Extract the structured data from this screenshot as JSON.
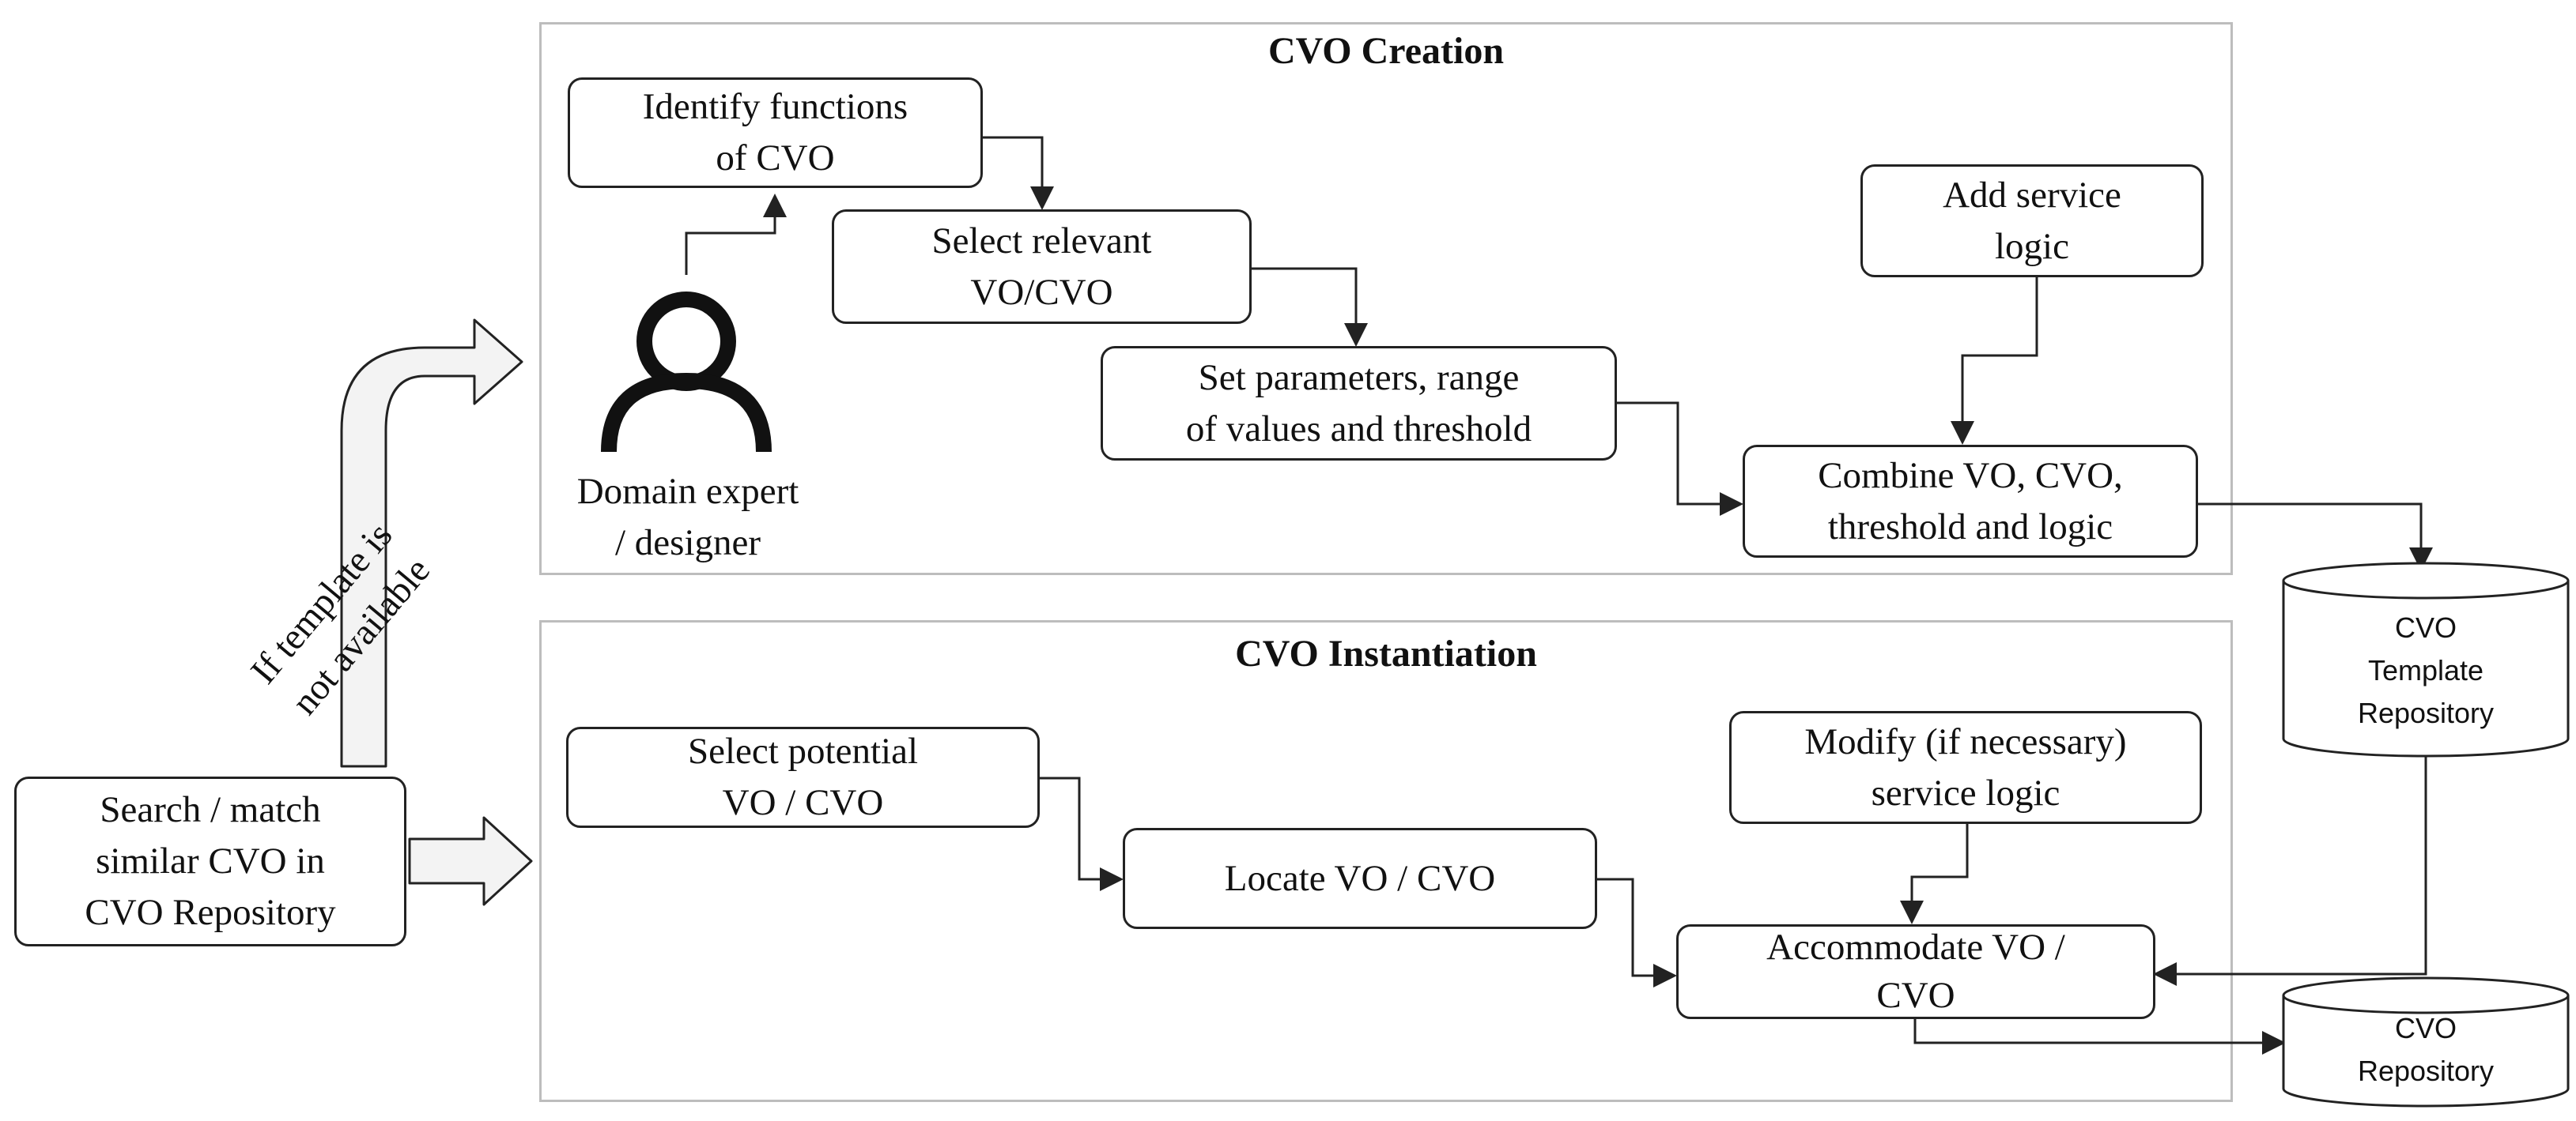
{
  "panels": {
    "creation_title": "CVO Creation",
    "instantiation_title": "CVO Instantiation"
  },
  "creation": {
    "identify_line1": "Identify functions",
    "identify_line2": "of CVO",
    "select_relevant_line1": "Select relevant",
    "select_relevant_line2": "VO/CVO",
    "set_params_line1": "Set parameters, range",
    "set_params_line2": "of values and threshold",
    "add_logic_line1": "Add service",
    "add_logic_line2": "logic",
    "combine_line1": "Combine VO, CVO,",
    "combine_line2": "threshold and logic"
  },
  "actor": {
    "icon": "person-icon",
    "label_line1": "Domain expert",
    "label_line2": "/ designer"
  },
  "instantiation": {
    "select_potential_line1": "Select potential",
    "select_potential_line2": "VO / CVO",
    "locate": "Locate VO / CVO",
    "modify_line1": "Modify (if necessary)",
    "modify_line2": "service logic",
    "accommodate_line1": "Accommodate VO /",
    "accommodate_line2": "CVO"
  },
  "search": {
    "line1": "Search / match",
    "line2": "similar CVO in",
    "line3": "CVO Repository"
  },
  "condition_label_line1": "If template is",
  "condition_label_line2": "not available",
  "repositories": {
    "template_line1": "CVO",
    "template_line2": "Template",
    "template_line3": "Repository",
    "repo_line1": "CVO",
    "repo_line2": "Repository"
  },
  "colors": {
    "border": "#222222",
    "panel_border": "#bdbdbd",
    "big_arrow_fill": "#f3f3f3"
  }
}
